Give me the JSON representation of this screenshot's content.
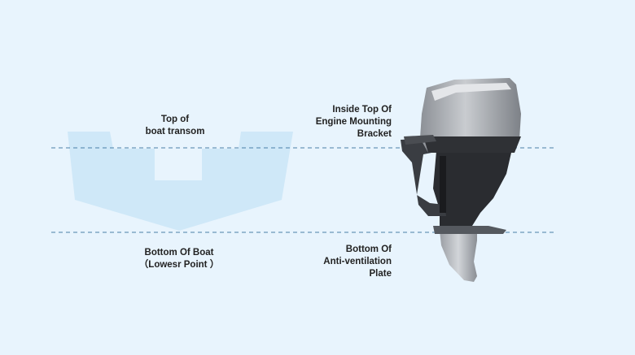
{
  "labels": {
    "transom_top": [
      "Top of",
      "boat transom"
    ],
    "boat_bottom": [
      "Bottom Of Boat",
      "（Lowesr Point ）"
    ],
    "bracket_top": [
      "Inside Top Of",
      "Engine Mounting",
      "Bracket"
    ],
    "plate_bottom": [
      "Bottom Of",
      "Anti-ventilation",
      "Plate"
    ]
  },
  "colors": {
    "background": "#e8f4fd",
    "hull": "#cfe8f8",
    "guide_line": "#4a7fa8",
    "engine_cowling": "#a9adb2",
    "engine_dark": "#2a2c30",
    "leg": "#b4b8bd"
  },
  "icons": {
    "boat": "boat-hull-cross-section",
    "engine": "outboard-motor"
  }
}
